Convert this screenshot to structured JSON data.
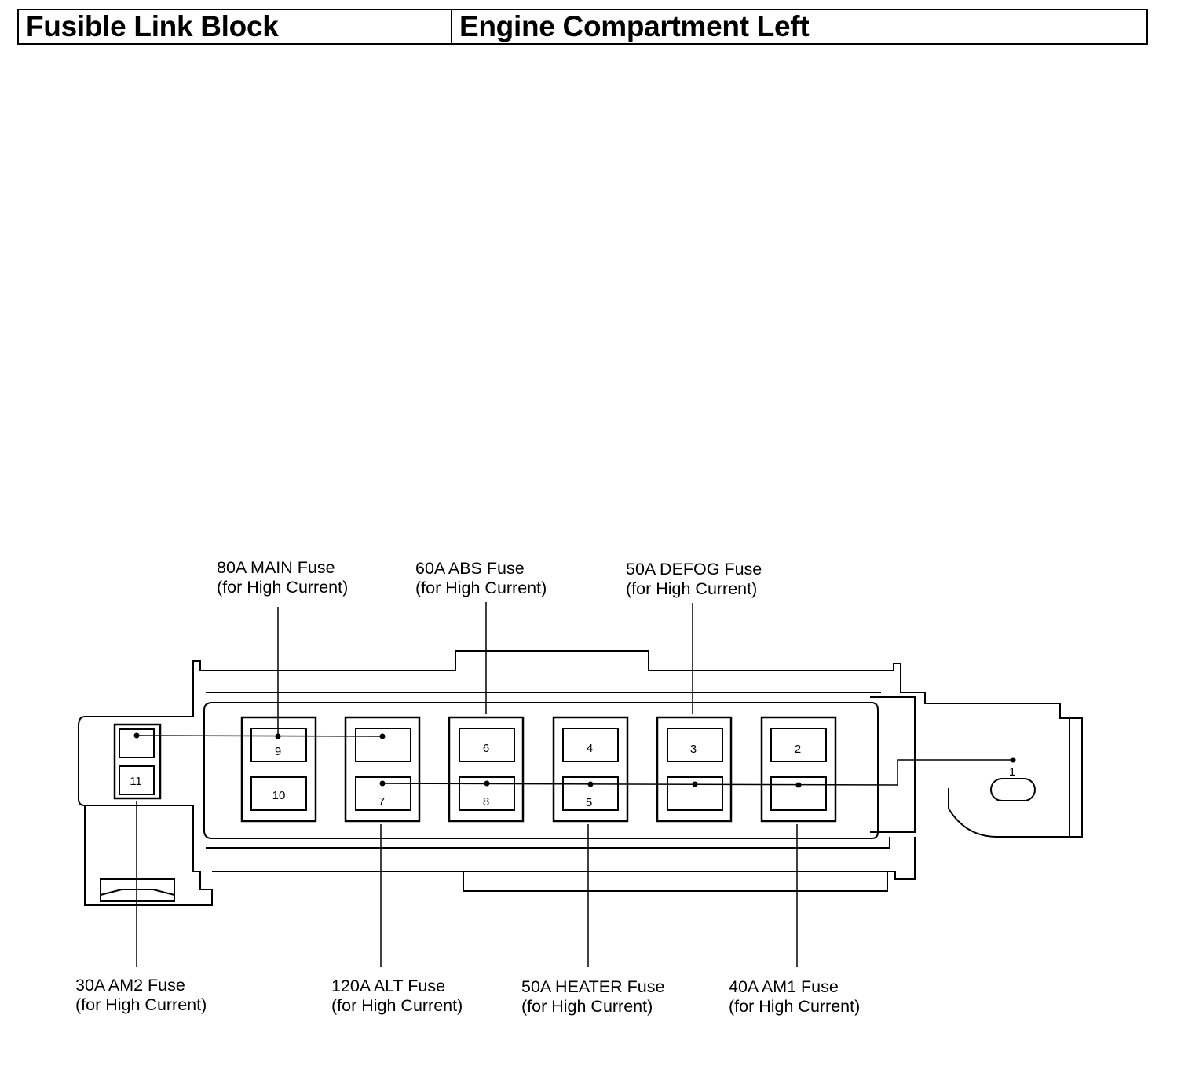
{
  "header": {
    "title": "Fusible Link Block",
    "location": "Engine Compartment Left"
  },
  "diagram": {
    "fuse_numbers": [
      "1",
      "2",
      "3",
      "4",
      "5",
      "6",
      "7",
      "8",
      "9",
      "10",
      "11"
    ],
    "callouts": [
      {
        "id": "main",
        "title": "80A MAIN Fuse",
        "note": "(for High Current)"
      },
      {
        "id": "abs",
        "title": "60A ABS Fuse",
        "note": "(for High Current)"
      },
      {
        "id": "defog",
        "title": "50A DEFOG Fuse",
        "note": "(for High Current)"
      },
      {
        "id": "am2",
        "title": "30A AM2 Fuse",
        "note": "(for High Current)"
      },
      {
        "id": "alt",
        "title": "120A ALT Fuse",
        "note": "(for High Current)"
      },
      {
        "id": "heater",
        "title": "50A HEATER Fuse",
        "note": "(for High Current)"
      },
      {
        "id": "am1",
        "title": "40A AM1 Fuse",
        "note": "(for High Current)"
      }
    ]
  }
}
